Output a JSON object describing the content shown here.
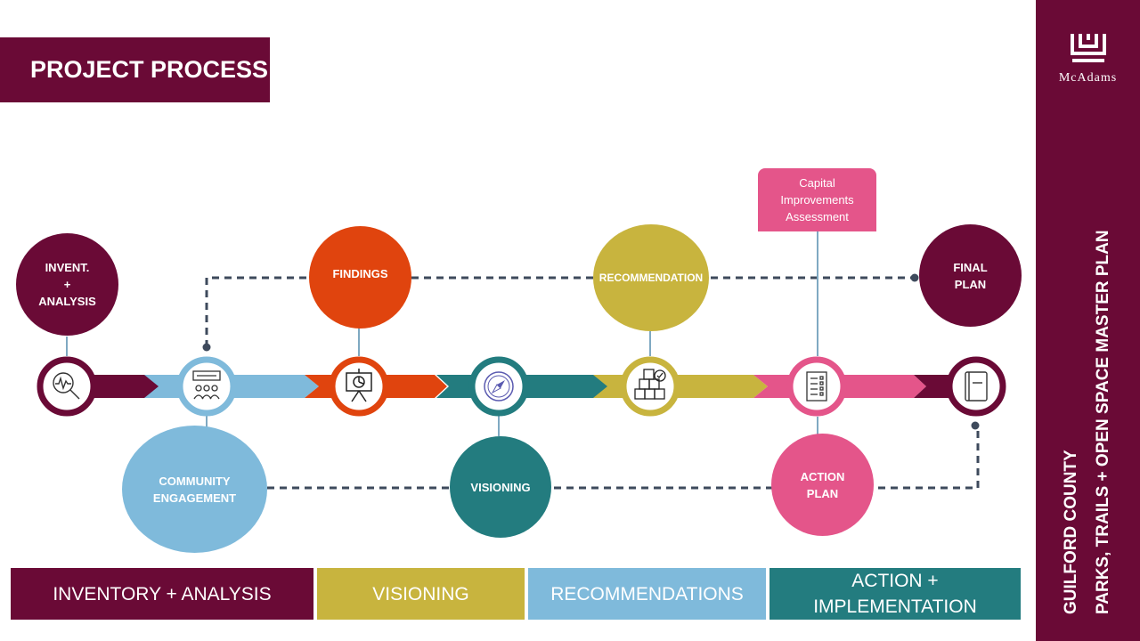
{
  "title": "PROJECT PROCESS",
  "logo": {
    "text": "McAdams"
  },
  "sidebar": {
    "line1": "GUILFORD COUNTY",
    "line2": "PARKS, TRAILS + OPEN SPACE MASTER PLAN"
  },
  "milestones": {
    "invent": [
      "INVENT.",
      "+",
      "ANALYSIS"
    ],
    "community": [
      "COMMUNITY",
      "ENGAGEMENT"
    ],
    "findings": "FINDINGS",
    "visioning": "VISIONING",
    "recommendation": "RECOMMENDATION",
    "action_plan": [
      "ACTION",
      "PLAN"
    ],
    "final_plan": [
      "FINAL",
      "PLAN"
    ]
  },
  "capital_box": [
    "Capital",
    "Improvements",
    "Assessment"
  ],
  "stages": [
    {
      "label": "INVENTORY + ANALYSIS",
      "color": "#6a0a36"
    },
    {
      "label": "VISIONING",
      "color": "#c8b43e"
    },
    {
      "label": "RECOMMENDATIONS",
      "color": "#7fbadb"
    },
    {
      "label_lines": [
        "ACTION +",
        "IMPLEMENTATION"
      ],
      "color": "#237c7f"
    }
  ],
  "colors": {
    "maroon": "#6a0a36",
    "light_blue": "#7fbadb",
    "orange": "#e0440e",
    "teal": "#237c7f",
    "olive": "#c8b43e",
    "pink": "#e4558a",
    "dashed_line": "#3e4a5c"
  },
  "icons": [
    "analysis-magnifier-icon",
    "community-meeting-icon",
    "presentation-easel-icon",
    "compass-icon",
    "boxes-check-icon",
    "checklist-icon",
    "book-icon",
    "mcadams-logo-icon"
  ]
}
